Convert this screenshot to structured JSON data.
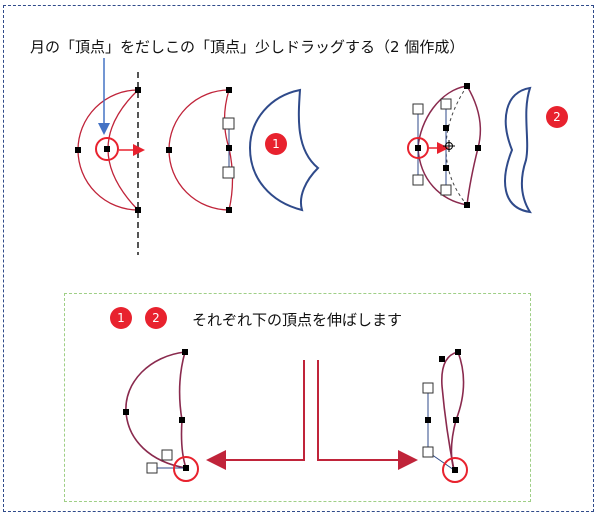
{
  "instruction_top": "月の「頂点」をだしこの「頂点」少しドラッグする（2 個作成）",
  "instruction_bottom": "それぞれ下の頂点を伸ばします",
  "badges": {
    "one": "1",
    "two": "2"
  },
  "colors": {
    "frame_border": "#2f4a8a",
    "inner_border": "#9fcf86",
    "curve_red": "#c0243a",
    "curve_maroon": "#8a2a4e",
    "shape_blue": "#2f4a8a",
    "highlight_red": "#e8222e",
    "arrow_blue": "#4472c4",
    "badge_fill": "#e8222e"
  }
}
